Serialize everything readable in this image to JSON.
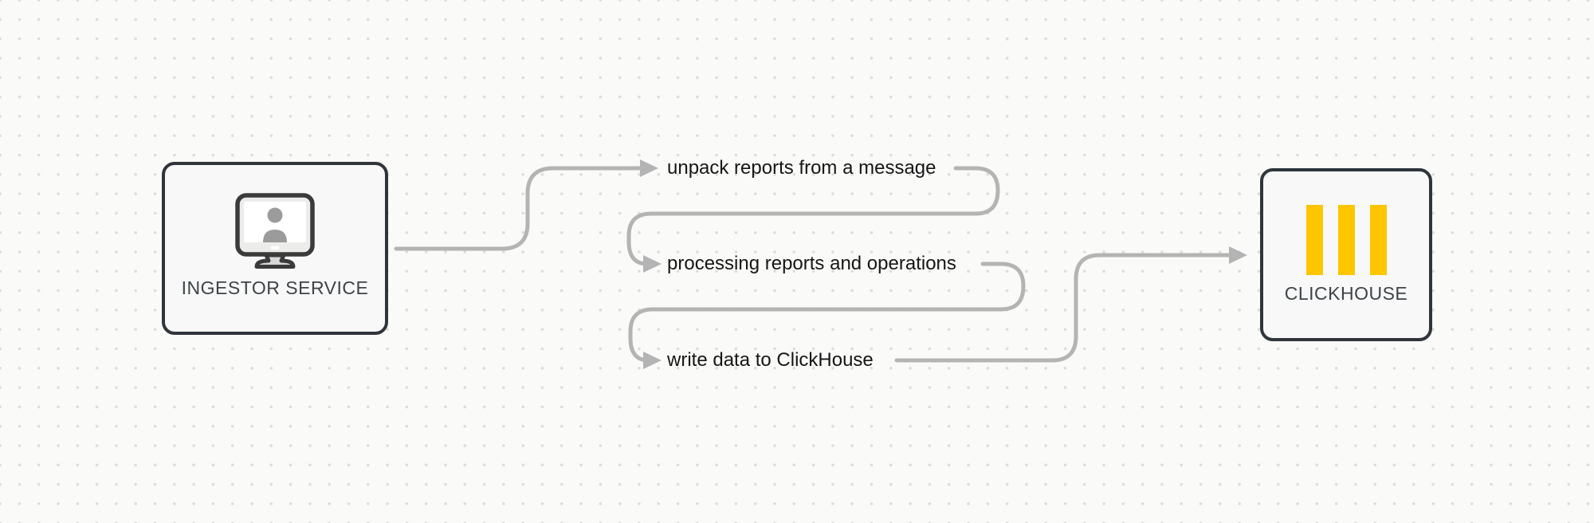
{
  "diagram": {
    "background": {
      "page_bg": "#fafaf9",
      "dot_color": "#dcdcda"
    },
    "colors": {
      "connector": "#b4b4b4",
      "box_border": "#2f353b",
      "box_fill": "#f7f8f7",
      "step_text": "#161616",
      "node_label": "#3e4449",
      "clickhouse_yellow": "#FDC600"
    },
    "nodes": {
      "ingestor": {
        "label": "INGESTOR SERVICE",
        "icon": "monitor-user-icon"
      },
      "clickhouse": {
        "label": "CLICKHOUSE",
        "icon": "clickhouse-bars-logo"
      }
    },
    "steps": [
      {
        "label": "unpack reports from a message"
      },
      {
        "label": "processing reports and operations"
      },
      {
        "label": "write data to ClickHouse"
      }
    ]
  }
}
